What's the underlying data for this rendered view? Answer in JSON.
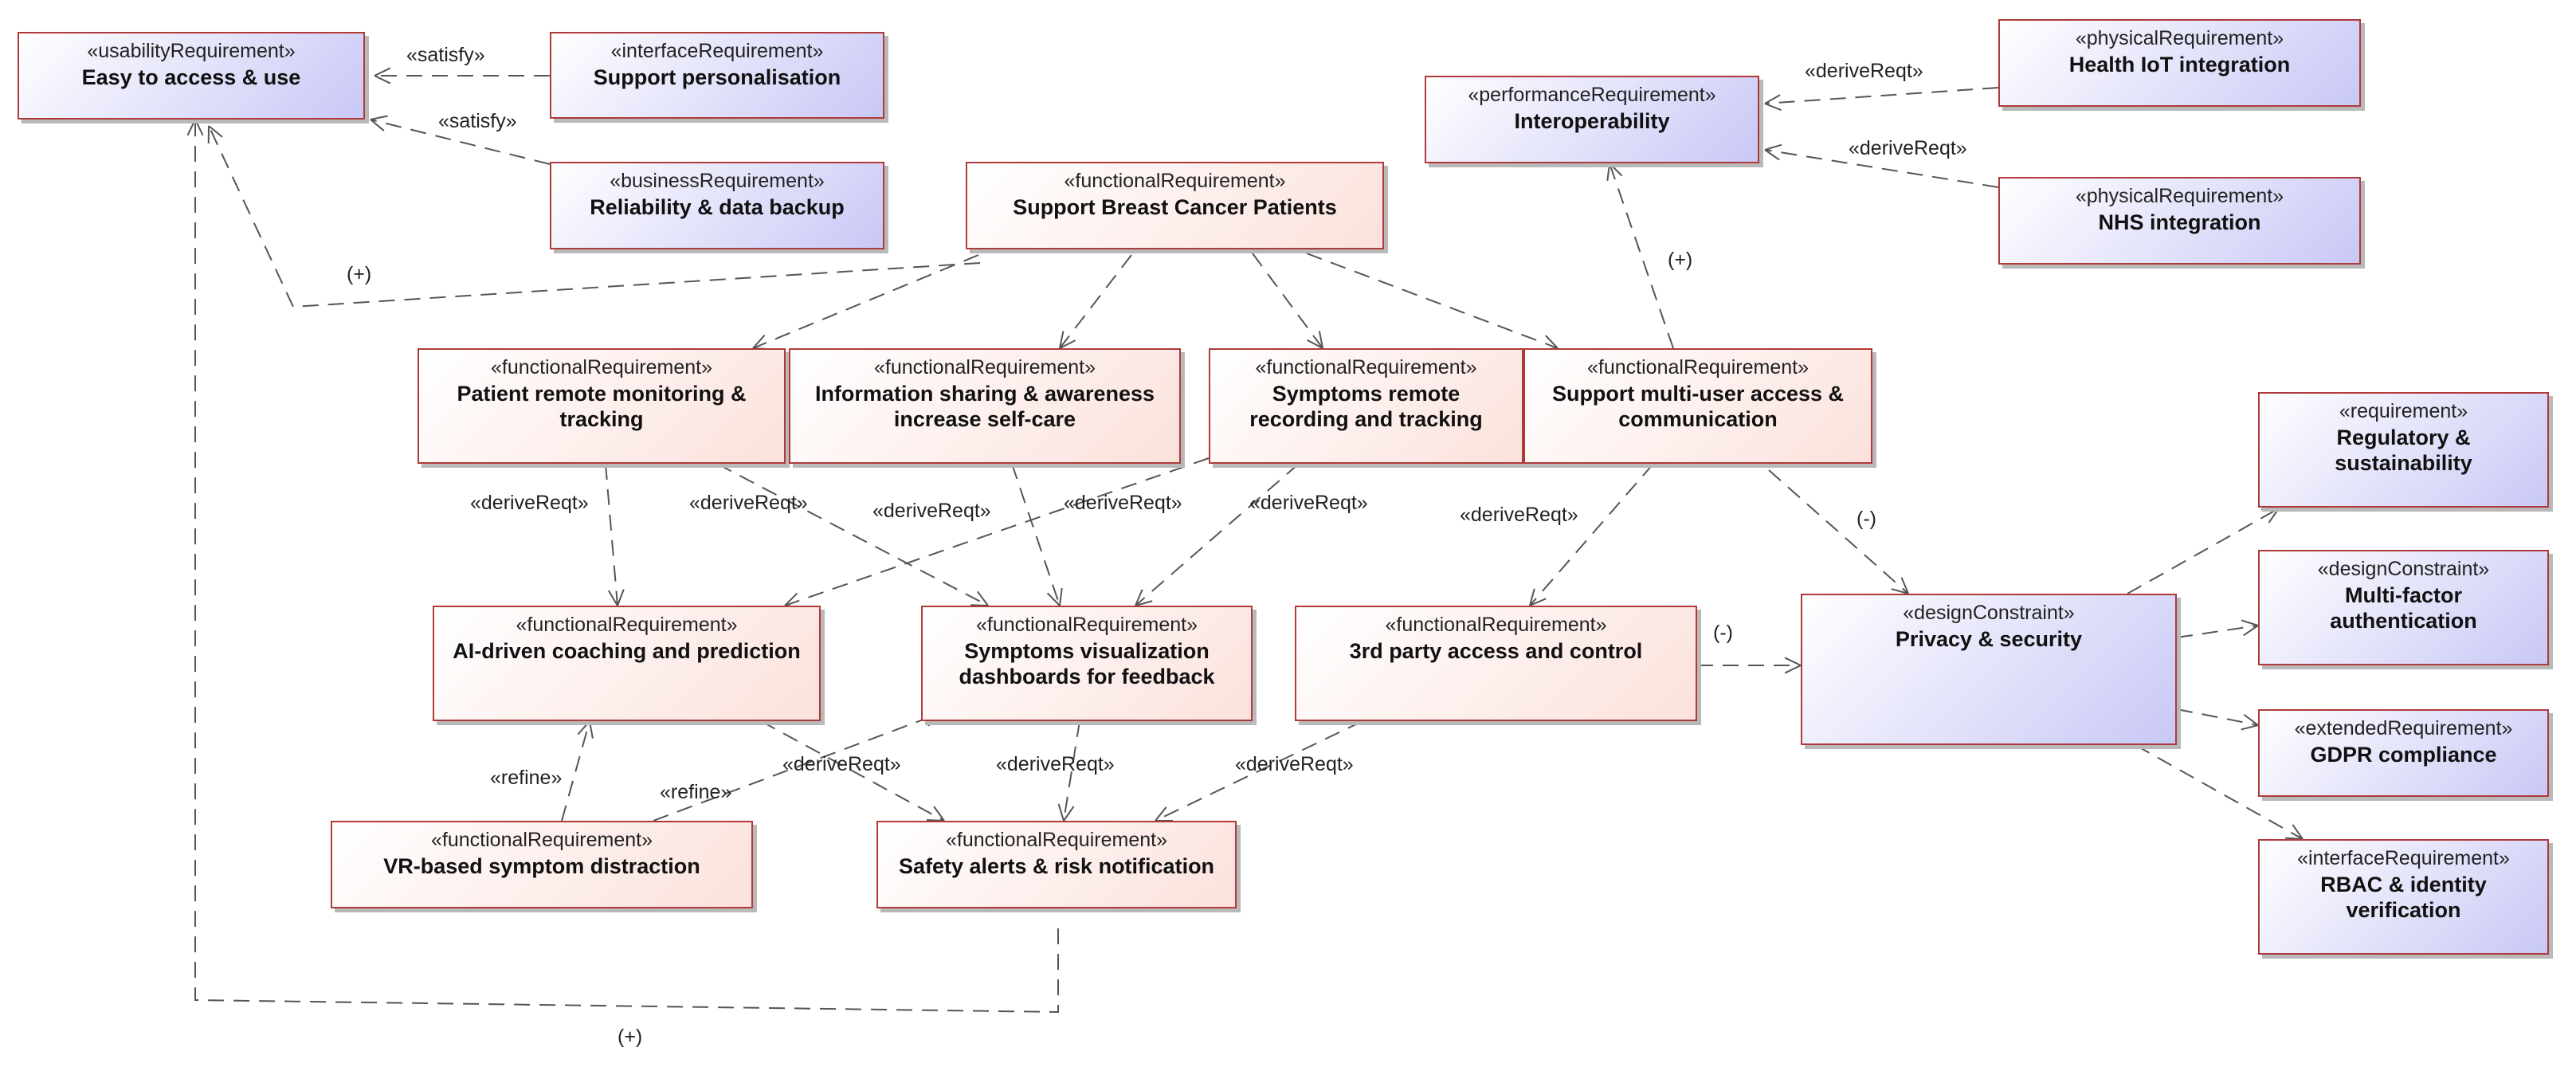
{
  "nodes": [
    {
      "id": "easy",
      "stereotype": "«usabilityRequirement»",
      "name": "Easy to access & use",
      "kind": "blue"
    },
    {
      "id": "personal",
      "stereotype": "«interfaceRequirement»",
      "name": "Support personalisation",
      "kind": "blue"
    },
    {
      "id": "reliab",
      "stereotype": "«businessRequirement»",
      "name": "Reliability & data backup",
      "kind": "blue"
    },
    {
      "id": "support",
      "stereotype": "«functionalRequirement»",
      "name": "Support Breast Cancer Patients",
      "kind": "fr"
    },
    {
      "id": "interop",
      "stereotype": "«performanceRequirement»",
      "name": "Interoperability",
      "kind": "blue"
    },
    {
      "id": "iot",
      "stereotype": "«physicalRequirement»",
      "name": "Health IoT integration",
      "kind": "blue"
    },
    {
      "id": "nhs",
      "stereotype": "«physicalRequirement»",
      "name": "NHS integration",
      "kind": "blue"
    },
    {
      "id": "monitor",
      "stereotype": "«functionalRequirement»",
      "name": "Patient remote monitoring & tracking",
      "kind": "fr"
    },
    {
      "id": "info",
      "stereotype": "«functionalRequirement»",
      "name": "Information sharing & awareness increase self-care",
      "kind": "fr"
    },
    {
      "id": "symrec",
      "stereotype": "«functionalRequirement»",
      "name": "Symptoms remote recording and tracking",
      "kind": "fr"
    },
    {
      "id": "multi",
      "stereotype": "«functionalRequirement»",
      "name": "Support multi-user access & communication",
      "kind": "fr"
    },
    {
      "id": "ai",
      "stereotype": "«functionalRequirement»",
      "name": "AI-driven coaching and prediction",
      "kind": "fr"
    },
    {
      "id": "dash",
      "stereotype": "«functionalRequirement»",
      "name": "Symptoms visualization dashboards for feedback",
      "kind": "fr"
    },
    {
      "id": "third",
      "stereotype": "«functionalRequirement»",
      "name": "3rd party access and control",
      "kind": "fr"
    },
    {
      "id": "privacy",
      "stereotype": "«designConstraint»",
      "name": "Privacy & security",
      "kind": "blue"
    },
    {
      "id": "reg",
      "stereotype": "«requirement»",
      "name": "Regulatory & sustainability",
      "kind": "blue"
    },
    {
      "id": "mfa",
      "stereotype": "«designConstraint»",
      "name": "Multi-factor authentication",
      "kind": "blue"
    },
    {
      "id": "gdpr",
      "stereotype": "«extendedRequirement»",
      "name": "GDPR compliance",
      "kind": "blue"
    },
    {
      "id": "rbac",
      "stereotype": "«interfaceRequirement»",
      "name": "RBAC & identity verification",
      "kind": "blue"
    },
    {
      "id": "vr",
      "stereotype": "«functionalRequirement»",
      "name": "VR-based symptom distraction",
      "kind": "fr"
    },
    {
      "id": "safety",
      "stereotype": "«functionalRequirement»",
      "name": "Safety alerts & risk notification",
      "kind": "fr"
    }
  ],
  "edge_labels": [
    {
      "id": "l-satisfy1",
      "text": "«satisfy»"
    },
    {
      "id": "l-satisfy2",
      "text": "«satisfy»"
    },
    {
      "id": "l-plus1",
      "text": "(+)"
    },
    {
      "id": "l-dr-iot",
      "text": "«deriveReqt»"
    },
    {
      "id": "l-dr-nhs",
      "text": "«deriveReqt»"
    },
    {
      "id": "l-plus2",
      "text": "(+)"
    },
    {
      "id": "l-minus1",
      "text": "(-)"
    },
    {
      "id": "l-minus2",
      "text": "(-)"
    },
    {
      "id": "l-dr1",
      "text": "«deriveReqt»"
    },
    {
      "id": "l-dr2",
      "text": "«deriveReqt»"
    },
    {
      "id": "l-dr3",
      "text": "«deriveReqt»"
    },
    {
      "id": "l-dr4",
      "text": "«deriveReqt»"
    },
    {
      "id": "l-dr5",
      "text": "«deriveReqt»"
    },
    {
      "id": "l-dr6",
      "text": "«deriveReqt»"
    },
    {
      "id": "l-refine1",
      "text": "«refine»"
    },
    {
      "id": "l-refine2",
      "text": "«refine»"
    },
    {
      "id": "l-dr7",
      "text": "«deriveReqt»"
    },
    {
      "id": "l-dr8",
      "text": "«deriveReqt»"
    },
    {
      "id": "l-dr9",
      "text": "«deriveReqt»"
    },
    {
      "id": "l-plus3",
      "text": "(+)"
    }
  ],
  "colors": {
    "border": "#b03a3a",
    "functional_fill": "#fbe1dc",
    "requirement_fill": "#c8c8f6",
    "connector": "#555555"
  }
}
